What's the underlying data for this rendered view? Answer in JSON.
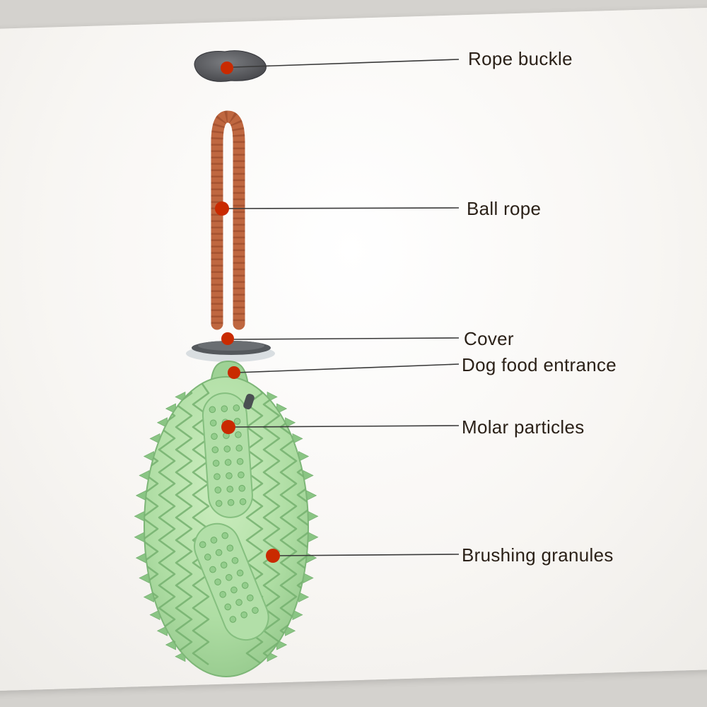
{
  "diagram": {
    "labels": [
      {
        "id": "rope-buckle",
        "text": "Rope buckle"
      },
      {
        "id": "ball-rope",
        "text": "Ball rope"
      },
      {
        "id": "cover",
        "text": "Cover"
      },
      {
        "id": "dog-food-entrance",
        "text": "Dog food entrance"
      },
      {
        "id": "molar-particles",
        "text": "Molar particles"
      },
      {
        "id": "brushing-granules",
        "text": "Brushing granules"
      }
    ],
    "colors": {
      "marker_red": "#c92a00",
      "rope_orange": "#bf6740",
      "rope_twist": "#8e3f22",
      "buckle_gray": "#55565a",
      "cover_gray": "#54585c",
      "toy_green": "#aedda3",
      "toy_green_dark": "#74b06e",
      "spike_green": "#8ac584",
      "stud_green": "#93cd8c",
      "leader_line": "#3a3a3a",
      "label_text": "#2b2118",
      "backdrop": "#d4d2ce",
      "sheet_white": "#faf8f5"
    }
  }
}
